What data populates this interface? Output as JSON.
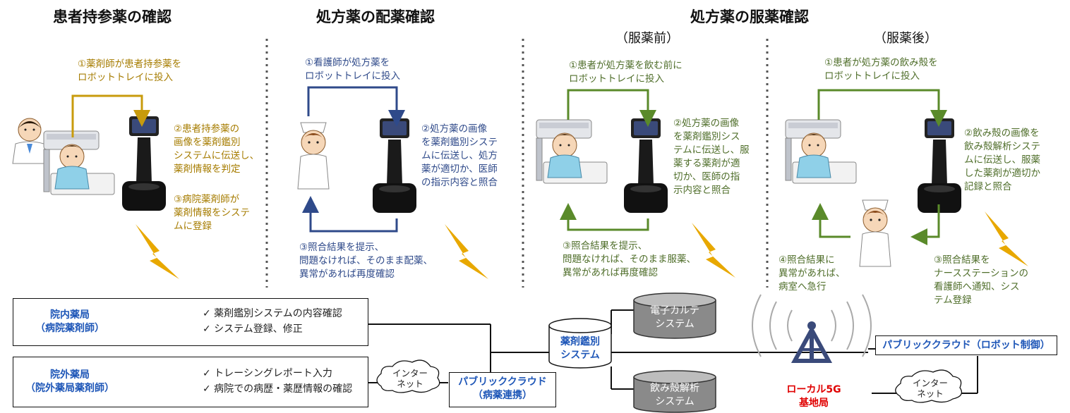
{
  "headings": {
    "h1": "患者持参薬の確認",
    "h2": "処方薬の配薬確認",
    "h3": "処方薬の服薬確認",
    "sub_before": "（服薬前）",
    "sub_after": "（服薬後）"
  },
  "panel1": {
    "s1": "①薬剤師が患者持参薬を\nロボットトレイに投入",
    "s2": "②患者持参薬の\n画像を薬剤鑑別\nシステムに伝送し、\n薬剤情報を判定",
    "s3": "③病院薬剤師が\n薬剤情報をシステ\nムに登録"
  },
  "panel2": {
    "s1": "①看護師が処方薬を\nロボットトレイに投入",
    "s2": "②処方薬の画像\nを薬剤鑑別システ\nムに伝送し、処方\n薬が適切か、医師\nの指示内容と照合",
    "s3": "③照合結果を提示、\n問題なければ、そのまま配薬、\n異常があれば再度確認"
  },
  "panel3": {
    "s1": "①患者が処方薬を飲む前に\nロボットトレイに投入",
    "s2": "②処方薬の画像\nを薬剤鑑別シス\nテムに伝送し、服\n薬する薬剤が適\n切か、医師の指\n示内容と照合",
    "s3": "③照合結果を提示、\n問題なければ、そのまま服薬、\n異常があれば再度確認"
  },
  "panel4": {
    "s1": "①患者が処方薬の飲み殻を\nロボットトレイに投入",
    "s2": "②飲み殻の画像を\n飲み殻解析システ\nムに伝送し、服薬\nした薬剤が適切か\n記録と照合",
    "s3": "③照合結果を\nナースステーションの\n看護師へ通知、シス\nテム登録",
    "s4": "④照合結果に\n異常があれば、\n病室へ急行"
  },
  "inpatient": {
    "title": "院内薬局\n（病院薬剤師）",
    "items": [
      "✓  薬剤鑑別システムの内容確認",
      "✓  システム登録、修正"
    ]
  },
  "outpatient": {
    "title": "院外薬局\n（院外薬局薬剤師）",
    "items": [
      "✓  トレーシングレポート入力",
      "✓  病院での病歴・薬歴情報の確認"
    ]
  },
  "cloud_internet_left": "インター\nネット",
  "cloud_internet_right": "インター\nネット",
  "public_cloud_pharm": "パブリッククラウド\n（病薬連携）",
  "public_cloud_robot": "パブリッククラウド（ロボット制御）",
  "drug_system": "薬剤鑑別\nシステム",
  "ehr_system": "電子カルテ\nシステム",
  "shell_system": "飲み殻解析\nシステム",
  "base_station": "ローカル5G\n基地局",
  "colors": {
    "gold": "#c89b0c",
    "blue": "#2f4a8a",
    "green": "#5a8a2a",
    "red": "#e00000",
    "cloudblue": "#1f57b8"
  }
}
